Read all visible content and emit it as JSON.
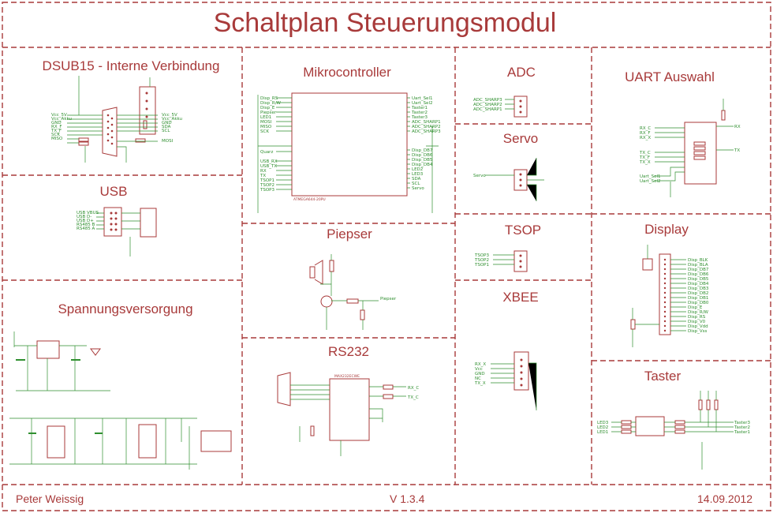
{
  "title": "Schaltplan Steuerungsmodul",
  "sections": {
    "dsub": "DSUB15 - Interne Verbindung",
    "mcu": "Mikrocontroller",
    "adc": "ADC",
    "uart": "UART Auswahl",
    "usb": "USB",
    "servo": "Servo",
    "piepser": "Piepser",
    "tsop": "TSOP",
    "display": "Display",
    "spannung": "Spannungsversorgung",
    "xbee": "XBEE",
    "rs232": "RS232",
    "taster": "Taster"
  },
  "footer": {
    "author": "Peter Weissig",
    "version": "V 1.3.4",
    "date": "14.09.2012"
  },
  "colors": {
    "frame": "#a83a3a",
    "net": "#2f8f2f",
    "part": "#a83a3a"
  },
  "labels": {
    "dsub_nets": [
      "Vcc_5V",
      "Vcc_Akku",
      "GND",
      "RX_F",
      "TX_F",
      "SCK",
      "MISO"
    ],
    "dsub_right": [
      "Vcc_5V",
      "Vcc_Akku",
      "GND",
      "SDA",
      "SCL",
      "MOSI"
    ],
    "mcu_left": [
      "Disp_RS",
      "Disp_R/W",
      "Disp_E",
      "Piepser",
      "LED1",
      "MOSI",
      "MISO",
      "SCK",
      "Quarz",
      "USB_RX",
      "USB_TX",
      "RX",
      "TX",
      "TSOP1",
      "TSOP2",
      "TSOP3"
    ],
    "mcu_right": [
      "Uart_Sel1",
      "Uart_Sel2",
      "Taster1",
      "Taster2",
      "Taster3",
      "ADC_SHARP1",
      "ADC_SHARP2",
      "ADC_SHARP3",
      "Disp_DB7",
      "Disp_DB6",
      "Disp_DB5",
      "Disp_DB4",
      "LED2",
      "LED3",
      "SDA",
      "SCL",
      "Servo"
    ],
    "mcu_part": "ATMEGA644-20PU",
    "adc_nets": [
      "ADC_SHARP3",
      "ADC_SHARP2",
      "ADC_SHARP1"
    ],
    "uart_nets": [
      "RX_C",
      "RX_F",
      "RX_X",
      "TX_C",
      "TX_F",
      "TX_X",
      "Uart_Sel1",
      "Uart_Sel2"
    ],
    "uart_out": [
      "RX",
      "TX"
    ],
    "usb_nets": [
      "USB VBUS",
      "USB D-",
      "USB D+",
      "RS485 B",
      "RS485 A"
    ],
    "servo_nets": [
      "Servo"
    ],
    "piepser_nets": [
      "Piepser"
    ],
    "tsop_nets": [
      "TSOP3",
      "TSOP2",
      "TSOP1"
    ],
    "display_nets": [
      "Disp_BLK",
      "Disp_BLA",
      "Disp_DB7",
      "Disp_DB6",
      "Disp_DB5",
      "Disp_DB4",
      "Disp_DB3",
      "Disp_DB2",
      "Disp_DB1",
      "Disp_DB0",
      "Disp_E",
      "Disp_R/W",
      "Disp_RS",
      "Disp_V0",
      "Disp_Vdd",
      "Disp_Vss"
    ],
    "xbee_nets": [
      "RX_X",
      "Vcc",
      "GND",
      "NC",
      "TX_X"
    ],
    "rs232_nets": [
      "RX_C",
      "TX_C"
    ],
    "rs232_part": "MAX232ECWE",
    "taster_nets": [
      "LED3",
      "LED2",
      "LED1",
      "Taster3",
      "Taster2",
      "Taster1"
    ]
  }
}
